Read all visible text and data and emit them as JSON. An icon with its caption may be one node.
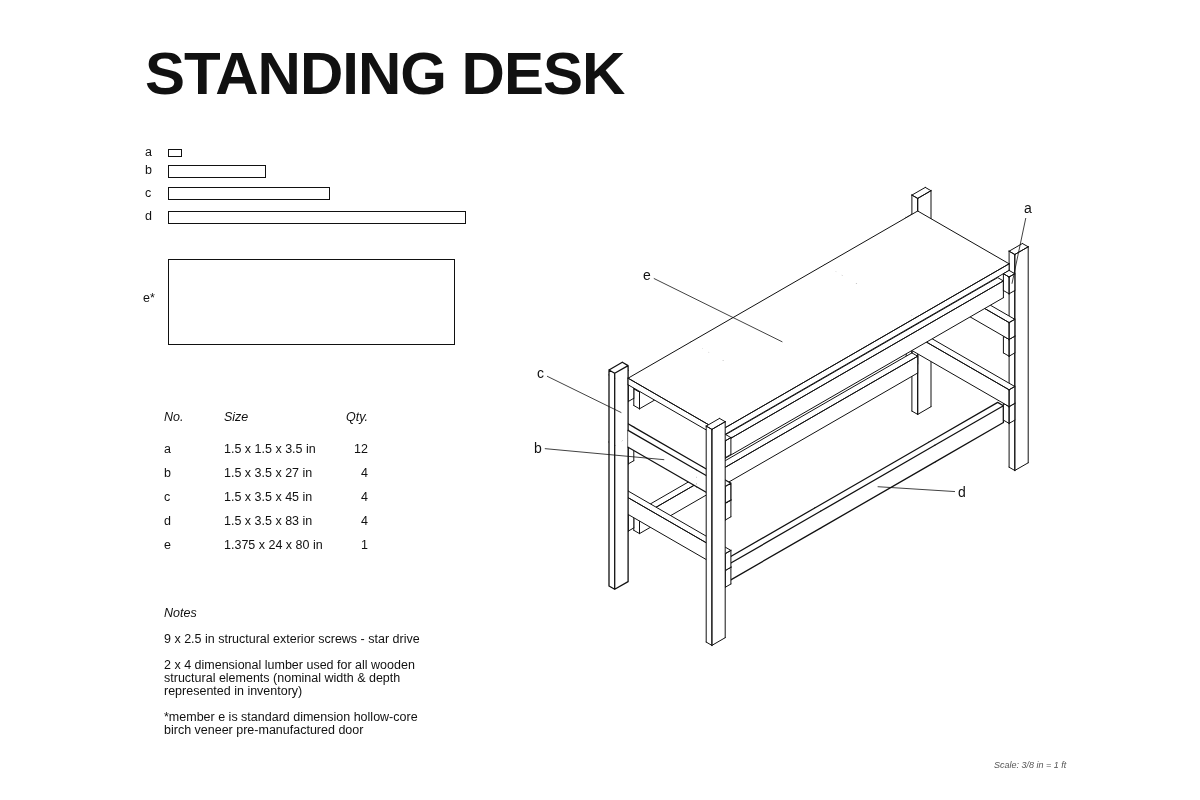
{
  "diagram": {
    "title": "STANDING DESK",
    "nodes": [
      {
        "text": [],
        "shape": "bar",
        "beside": [
          "a"
        ]
      },
      {
        "text": [],
        "shape": "bar",
        "beside": [
          "b"
        ]
      },
      {
        "text": [],
        "shape": "bar",
        "beside": [
          "c"
        ]
      },
      {
        "text": [],
        "shape": "bar",
        "beside": [
          "d"
        ]
      },
      {
        "text": [],
        "shape": "box",
        "beside": [
          "e*"
        ]
      },
      {
        "text": [
          "a"
        ]
      },
      {
        "text": [
          "e"
        ]
      },
      {
        "text": [
          "c"
        ]
      },
      {
        "text": [
          "b"
        ]
      },
      {
        "text": [
          "d"
        ]
      },
      {
        "text": [],
        "shape": "box"
      },
      {
        "text": [],
        "shape": "box"
      },
      {
        "text": [],
        "shape": "bar"
      },
      {
        "text": [],
        "shape": "bar"
      },
      {
        "text": [],
        "shape": "bar"
      }
    ],
    "edges": [
      {
        "from": 5,
        "to": 11,
        "arrow": "none"
      },
      {
        "from": 6,
        "to": 10,
        "arrow": "none"
      },
      {
        "from": 7,
        "to": 12,
        "arrow": "none"
      },
      {
        "from": 8,
        "to": 13,
        "arrow": "none"
      },
      {
        "from": 9,
        "to": 14,
        "arrow": "none"
      }
    ],
    "labels": [
      "No.",
      "Size",
      "Qty.",
      "a",
      "1.5 x 1.5 x 3.5 in",
      "12",
      "b",
      "1.5 x 3.5 x 27 in",
      "4",
      "c",
      "1.5 x 3.5 x 45 in",
      "4",
      "d",
      "1.5 x 3.5 x 83 in",
      "4",
      "e",
      "1.375 x 24 x 80 in",
      "1",
      "Notes",
      "9 x 2.5 in structural exterior screws - star drive",
      "2 x 4 dimensional lumber used for all wooden structural elements (nominal width & depth represented in inventory)",
      "*member e is standard dimension hollow-core birch veneer pre-manufactured door",
      "Scale: 3/8 in = 1 ft"
    ]
  }
}
